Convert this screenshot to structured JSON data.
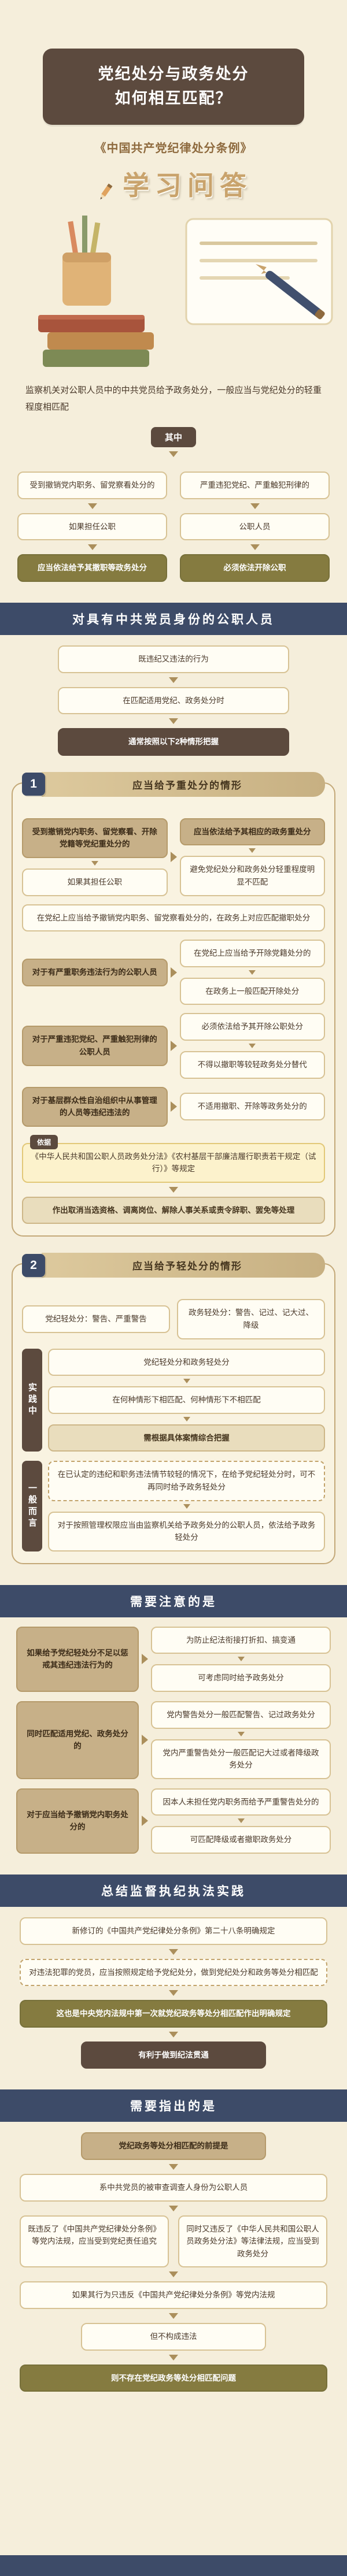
{
  "theme": {
    "bg": "#f5eedb",
    "navy": "#3d4b68",
    "brown": "#5c4a3e",
    "tan": "#c7b088",
    "olive": "#857b40",
    "gold_text": "#8e6a3e"
  },
  "header": {
    "title_line1": "党纪处分与政务处分",
    "title_line2": "如何相互匹配？",
    "book_title": "《中国共产党纪律处分条例》",
    "series_badge": "学习问答"
  },
  "intro": {
    "paragraph": "监察机关对公职人员中的中共党员给予政务处分，一般应当与党纪处分的轻重程度相匹配",
    "divider_badge": "其中",
    "left_flow": {
      "step1": "受到撤销党内职务、留党察看处分的",
      "step2": "如果担任公职",
      "result": "应当依法给予其撤职等政务处分"
    },
    "right_flow": {
      "step1": "严重违犯党纪、严重触犯刑律的",
      "step2": "公职人员",
      "result": "必须依法开除公职"
    }
  },
  "band_rule": {
    "title": "对具有中共党员身份的公职人员",
    "step1": "既违纪又违法的行为",
    "step2": "在匹配适用党纪、政务处分时",
    "step3": "通常按照以下2种情形把握"
  },
  "case_heavy": {
    "num": "1",
    "title": "应当给予重处分的情形",
    "row1": {
      "left": "受到撤销党内职务、留党察看、开除党籍等党纪重处分的",
      "left_sub": "如果其担任公职",
      "right": "应当依法给予其相应的政务重处分",
      "right_sub": "避免党纪处分和政务处分轻重程度明显不匹配"
    },
    "wide_note": "在党纪上应当给予撤销党内职务、留党察看处分的，在政务上对应匹配撤职处分",
    "row2": {
      "left": "对于有严重职务违法行为的公职人员",
      "right1": "在党纪上应当给予开除党籍处分的",
      "right2": "在政务上一般匹配开除处分"
    },
    "row3": {
      "left": "对于严重违犯党纪、严重触犯刑律的公职人员",
      "right1": "必须依法给予其开除公职处分",
      "right2": "不得以撤职等较轻政务处分替代"
    },
    "row4": {
      "left": "对于基层群众性自治组织中从事管理的人员等违纪违法的",
      "right": "不适用撤职、开除等政务处分的"
    },
    "basis_tag": "依据",
    "basis": "《中华人民共和国公职人员政务处分法》《农村基层干部廉洁履行职责若干规定（试行）》等规定",
    "result": "作出取消当选资格、调离岗位、解除人事关系或责令辞职、罢免等处理"
  },
  "case_light": {
    "num": "2",
    "title": "应当给予轻处分的情形",
    "pair_left": "党纪轻处分：警告、严重警告",
    "pair_right": "政务轻处分：警告、记过、记大过、降级",
    "practice_tag": "实践中",
    "practice1": "党纪轻处分和政务轻处分",
    "practice2": "在何种情形下相匹配、何种情形下不相匹配",
    "practice3": "需根据具体案情综合把握",
    "general_tag": "一般而言",
    "general1": "在已认定的违纪和职务违法情节较轻的情况下，在给予党纪轻处分时，可不再同时给予政务轻处分",
    "general2": "对于按照管理权限应当由监察机关给予政务处分的公职人员，依法给予政务轻处分"
  },
  "band_note": {
    "title": "需要注意的是",
    "row1": {
      "left": "如果给予党纪轻处分不足以惩戒其违纪违法行为的",
      "right1": "为防止纪法衔接打折扣、搞变通",
      "right2": "可考虑同时给予政务处分"
    },
    "row2": {
      "left": "同时匹配适用党纪、政务处分的",
      "right1": "党内警告处分一般匹配警告、记过政务处分",
      "right2": "党内严重警告处分一般匹配记大过或者降级政务处分"
    },
    "row3": {
      "left": "对于应当给予撤销党内职务处分的",
      "right1": "因本人未担任党内职务而给予严重警告处分的",
      "right2": "可匹配降级或者撤职政务处分"
    }
  },
  "band_summary": {
    "title": "总结监督执纪执法实践",
    "lead": "新修订的《中国共产党纪律处分条例》第二十八条明确规定",
    "quote": "对违法犯罪的党员，应当按照规定给予党纪处分，做到党纪处分和政务等处分相匹配",
    "note": "这也是中央党内法规中第一次就党纪政务等处分相匹配作出明确规定",
    "conclusion": "有利于做到纪法贯通"
  },
  "band_point": {
    "title": "需要指出的是",
    "premise_label": "党纪政务等处分相匹配的前提是",
    "premise": "系中共党员的被审查调查人身份为公职人员",
    "cond_left": "既违反了《中国共产党纪律处分条例》等党内法规，应当受到党纪责任追究",
    "cond_right": "同时又违反了《中华人民共和国公职人员政务处分法》等法律法规，应当受到政务处分",
    "if1": "如果其行为只违反《中国共产党纪律处分条例》等党内法规",
    "if2": "但不构成违法",
    "result": "则不存在党纪政务等处分相匹配问题"
  }
}
